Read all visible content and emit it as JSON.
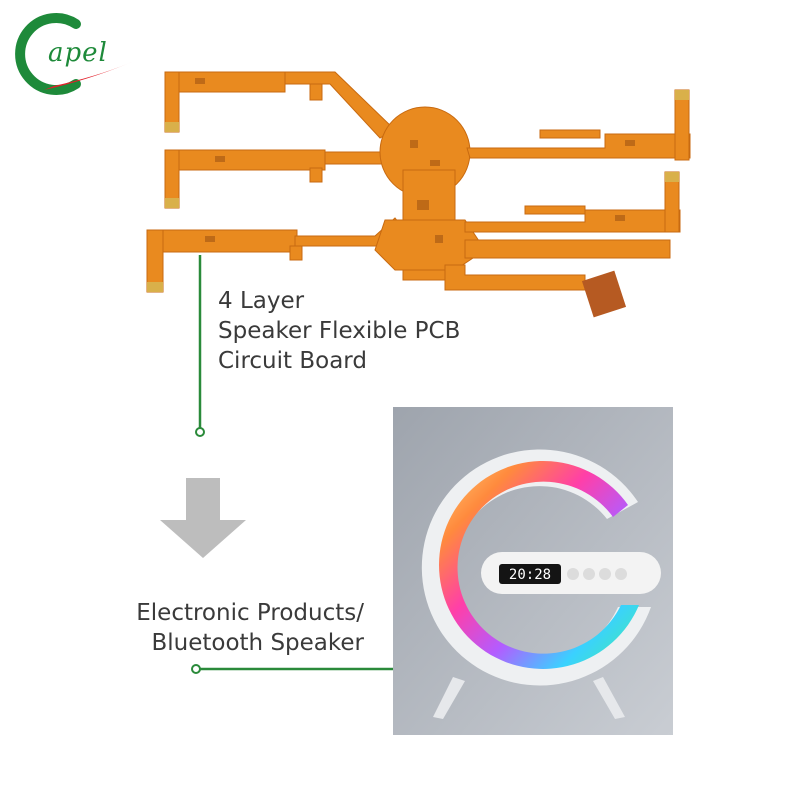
{
  "logo": {
    "text": "apel",
    "icon": "capel-logo-icon",
    "colors": {
      "green": "#1e8a3a",
      "red": "#e2202a"
    }
  },
  "pcb_label": {
    "line1": "4 Layer",
    "line2": "Speaker Flexible PCB",
    "line3": "Circuit Board"
  },
  "product_label": {
    "line1": "Electronic Products/",
    "line2": "Bluetooth Speaker"
  },
  "product_display": {
    "clock": "20:28"
  },
  "colors": {
    "pcb": "#e98a1f",
    "pcb_dark": "#c86a10",
    "connector": "#2a8a3a",
    "arrow": "#bdbdbd"
  },
  "icons": {
    "arrow": "down-arrow-icon",
    "board": "flexible-pcb-image",
    "speaker": "bluetooth-speaker-image"
  }
}
